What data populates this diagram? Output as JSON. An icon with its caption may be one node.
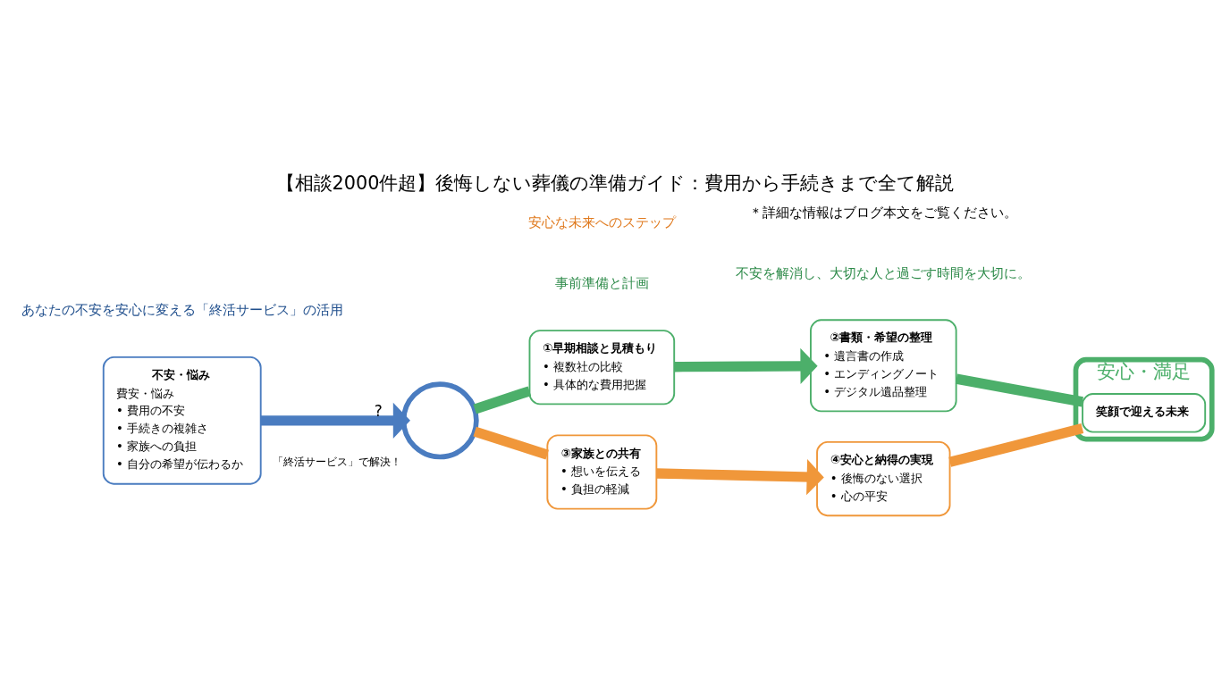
{
  "diagram": {
    "title": "【相談2000件超】後悔しない葬儀の準備ガイド：費用から手続きまで全て解説",
    "nodes": [
      {
        "text": [
          "不安・悩み",
          "費安・悩み",
          "• 費用の不安",
          "• 手続きの複雑さ",
          "• 家族への負担",
          "• 自分の希望が伝わるか"
        ]
      },
      {
        "text": [],
        "shape": "circle",
        "beside": [
          "「終活サービス」で解決！"
        ]
      },
      {
        "text": [
          "①早期相談と見積もり",
          "• 複数社の比較",
          "• 具体的な費用把握"
        ]
      },
      {
        "text": [
          "②書類・希望の整理",
          "• 遺言書の作成",
          "• エンディングノート",
          "• デジタル遺品整理"
        ]
      },
      {
        "text": [
          "③家族との共有",
          "• 想いを伝える",
          "• 負担の軽減"
        ]
      },
      {
        "text": [
          "④安心と納得の実現",
          "• 後悔のない選択",
          "• 心の平安"
        ]
      },
      {
        "text": [
          "安心・満足"
        ]
      },
      {
        "text": [
          "笑顔で迎える未来"
        ],
        "in": 6
      }
    ],
    "edges": [
      {
        "from": 0,
        "to": 1,
        "arrow": "to",
        "label": "?",
        "color": "#4a7cc0"
      },
      {
        "from": 1,
        "to": 2,
        "arrow": "none"
      },
      {
        "from": 2,
        "to": 3,
        "arrow": "to"
      },
      {
        "from": 3,
        "to": 7,
        "arrow": "none"
      },
      {
        "from": 1,
        "to": 4,
        "arrow": "none",
        "color": "#f0973a"
      },
      {
        "from": 4,
        "to": 5,
        "arrow": "to",
        "color": "#f0973a"
      },
      {
        "from": 5,
        "to": 7,
        "arrow": "none",
        "color": "#f0973a"
      }
    ],
    "labels": [
      "あなたの不安を安心に変える「終活サービス」の活用",
      "事前準備と計画",
      "安心な未来へのステップ",
      "不安を解消し、大切な人と過ごす時間を大切に。",
      "＊詳細な情報はブログ本文をご覧ください。"
    ]
  }
}
